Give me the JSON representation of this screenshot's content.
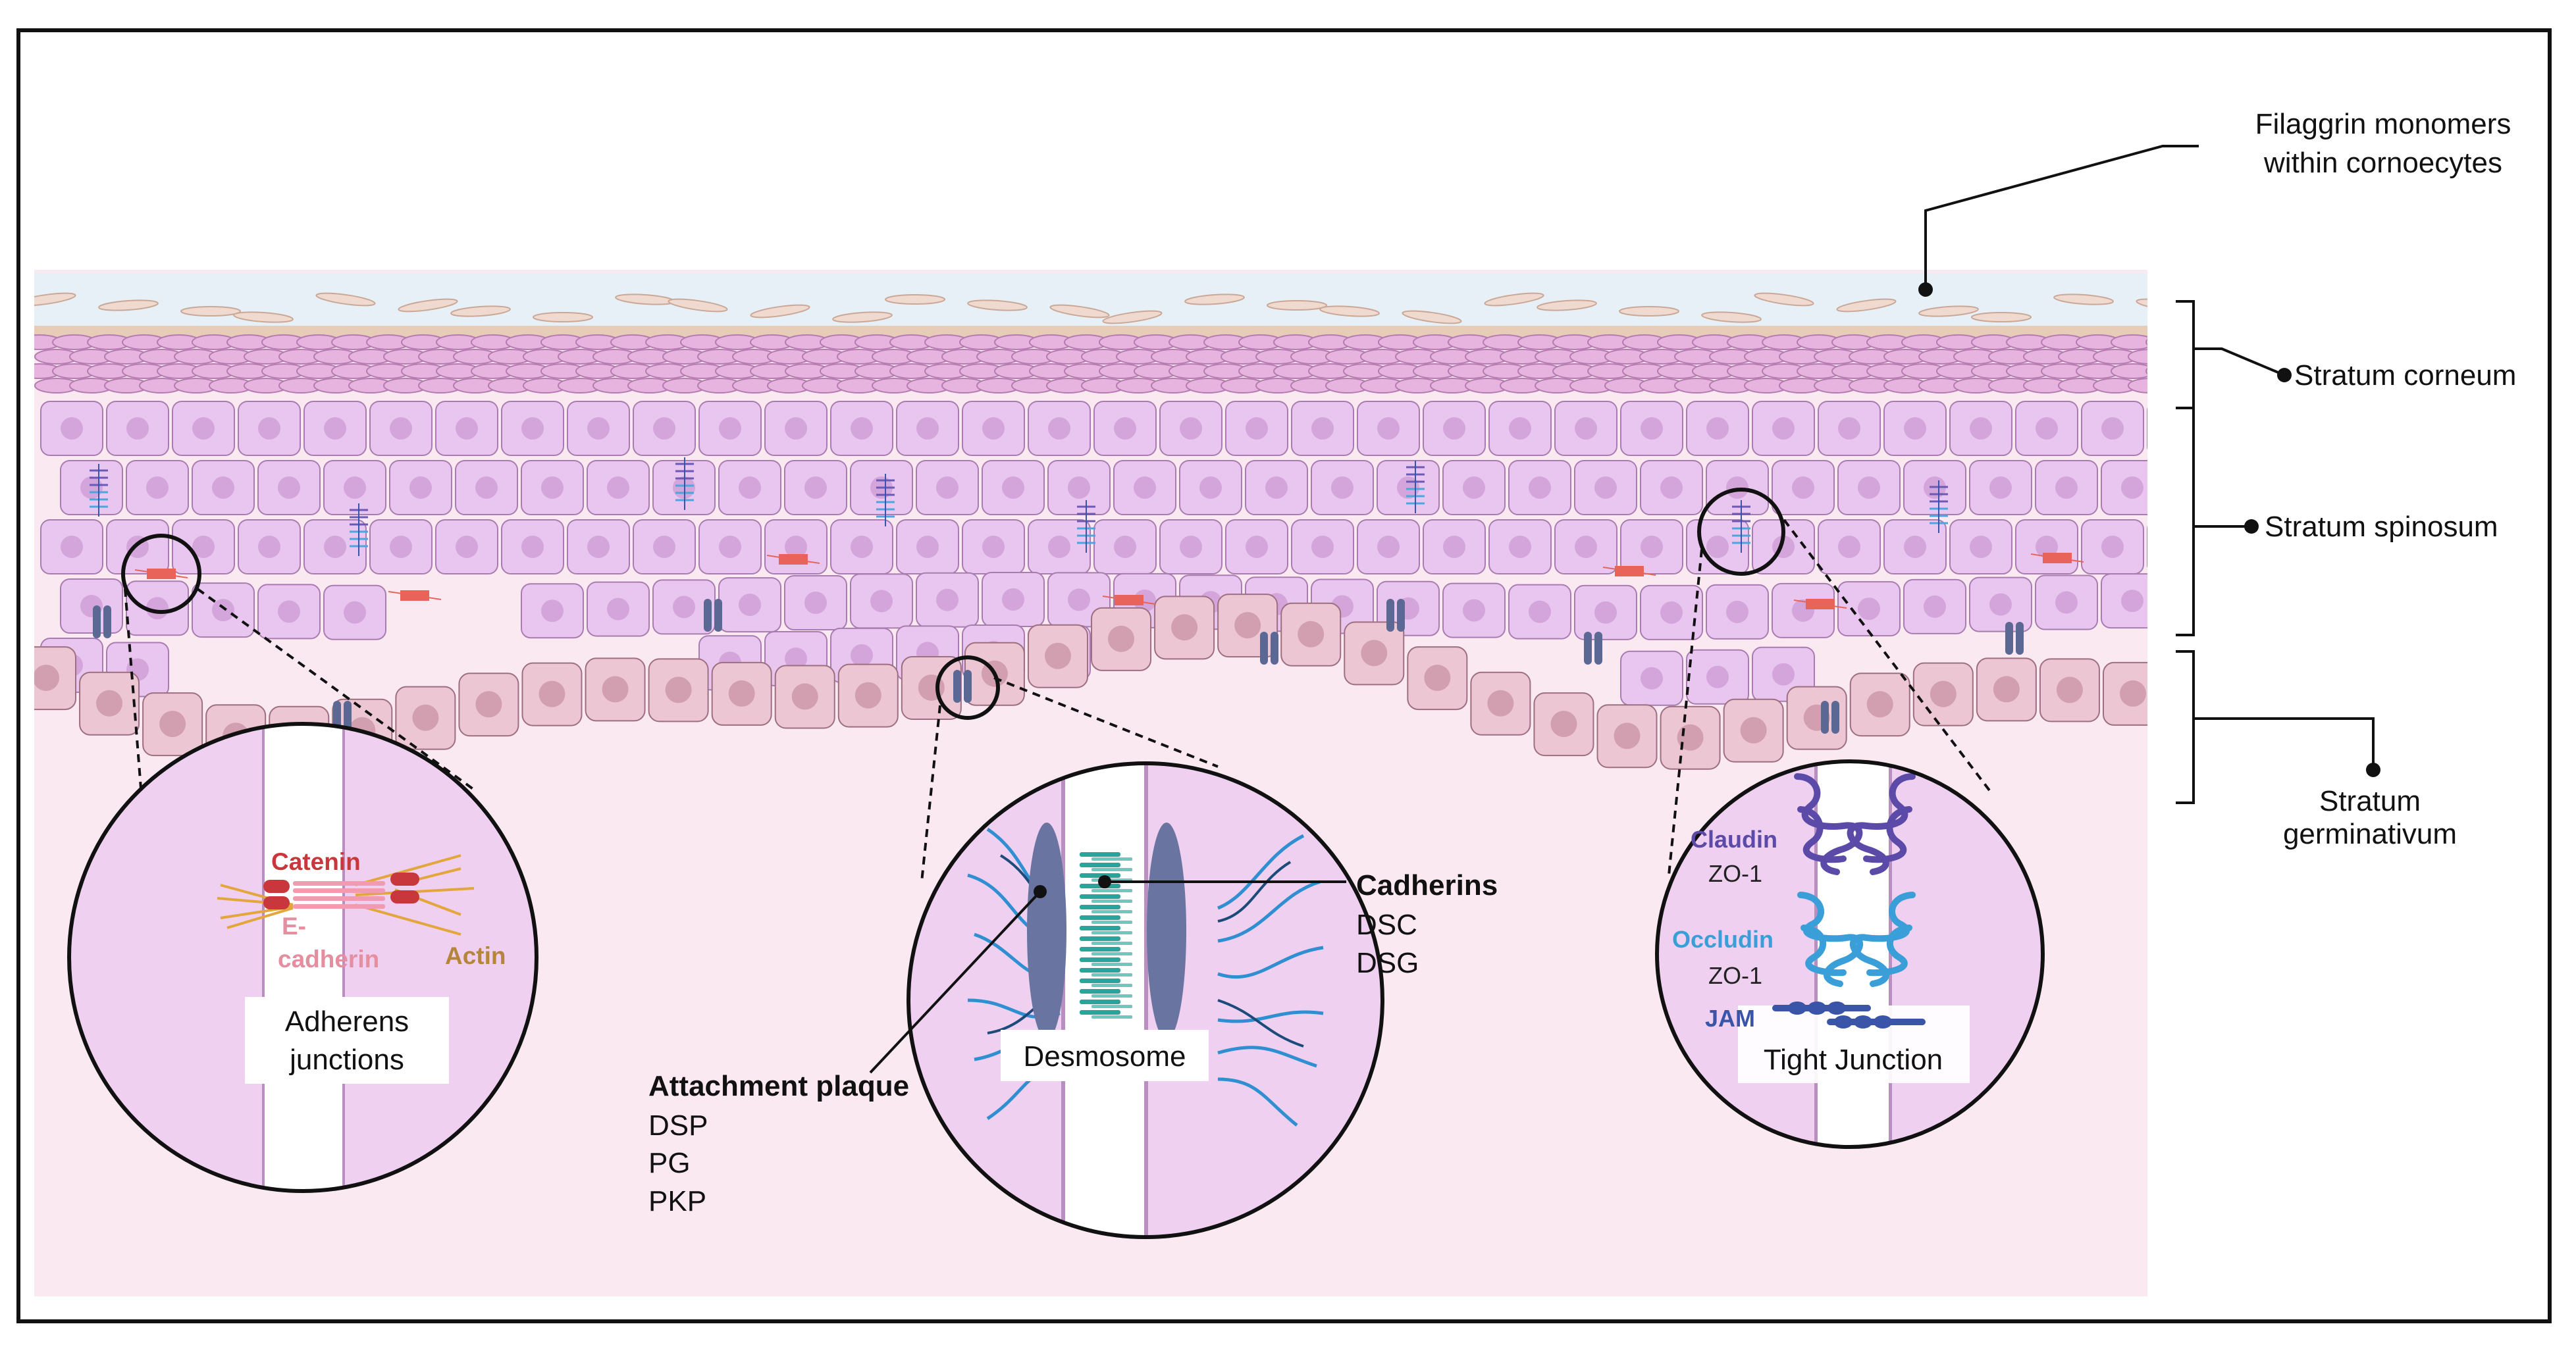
{
  "labels": {
    "filaggrin_line1": "Filaggrin monomers",
    "filaggrin_line2": "within cornoecytes",
    "stratum_corneum": "Stratum corneum",
    "stratum_spinosum": "Stratum spinosum",
    "stratum_germinativum_line1": "Stratum",
    "stratum_germinativum_line2": "germinativum"
  },
  "adherens": {
    "catenin": "Catenin",
    "ecadherin_line1": "E-",
    "ecadherin_line2": "cadherin",
    "actin": "Actin",
    "title_line1": "Adherens",
    "title_line2": "junctions"
  },
  "desmosome": {
    "title": "Desmosome",
    "cadherins": "Cadherins",
    "dsc": "DSC",
    "dsg": "DSG",
    "attachment_plaque": "Attachment plaque",
    "dsp": "DSP",
    "pg": "PG",
    "pkp": "PKP"
  },
  "tight": {
    "title": "Tight Junction",
    "claudin": "Claudin",
    "zo1_a": "ZO-1",
    "occludin": "Occludin",
    "zo1_b": "ZO-1",
    "jam": "JAM"
  },
  "colors": {
    "frame": "#111111",
    "stratum_corneum_top": "#e8f1f6",
    "corneum_cells": "#e9b8e0",
    "spinosum_cell": "#e9c6ef",
    "germ_cell": "#ecc6d2",
    "dermis": "#fbe7f0",
    "catenin": "#d24a4a",
    "ecadherin": "#e58ea0",
    "actin": "#b5853a",
    "claudin": "#5b4aa8",
    "occludin": "#3a9fd8",
    "jam": "#3a55a8",
    "desmosome_plaque": "#6a74a0",
    "cadherin_teal": "#2aa39a"
  }
}
